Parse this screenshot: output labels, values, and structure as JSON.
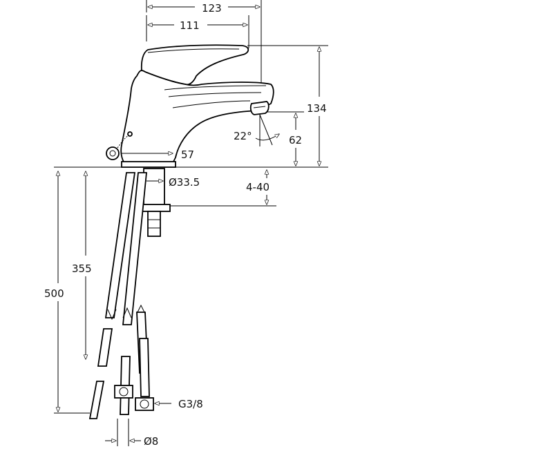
{
  "drawing": {
    "subject": "faucet technical drawing",
    "labels": {
      "width_overall": "123",
      "width_spout": "111",
      "height_total": "134",
      "height_spout": "62",
      "angle": "22°",
      "offset": "57",
      "diameter_base": "Ø33.5",
      "counter_thickness": "4-40",
      "hose_length_short": "355",
      "hose_length_long": "500",
      "connection_thread": "G3/8",
      "hose_diameter": "Ø8"
    }
  }
}
